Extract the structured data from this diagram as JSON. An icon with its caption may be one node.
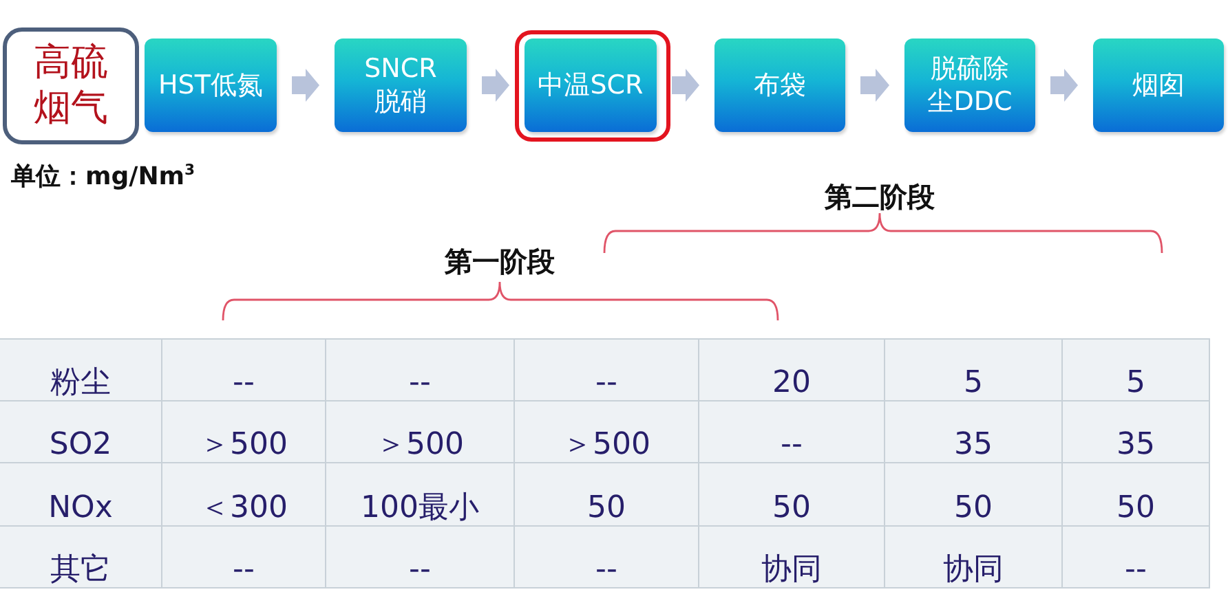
{
  "diagram": {
    "nodes": [
      {
        "text": [
          "高硫烟气"
        ]
      },
      {
        "text": [
          "HST低氮"
        ]
      },
      {
        "text": [
          "SNCR脱硝"
        ]
      },
      {
        "text": [],
        "shape": "box"
      },
      {
        "text": [
          "中温SCR"
        ],
        "in": 3
      },
      {
        "text": [
          "布袋"
        ]
      },
      {
        "text": [
          "脱硫除尘DDC"
        ]
      },
      {
        "text": [
          "烟囱"
        ]
      }
    ],
    "edges": [
      {
        "from": 1,
        "to": 2,
        "arrow": "to"
      },
      {
        "from": 2,
        "to": 4,
        "arrow": "to"
      },
      {
        "from": 4,
        "to": 5,
        "arrow": "to"
      },
      {
        "from": 5,
        "to": 6,
        "arrow": "to"
      },
      {
        "from": 6,
        "to": 7,
        "arrow": "to"
      }
    ],
    "labels": [
      "单位：mg/Nm$^{3}$",
      "第二阶段",
      "第一阶段",
      "粉尘",
      "--",
      "--",
      "--",
      "20",
      "5",
      "5",
      "SO2",
      "＞500",
      "＞500",
      "＞500",
      "--",
      "35",
      "35",
      "NOx",
      "＜300",
      "100最小",
      "50",
      "50",
      "50",
      "50",
      "其它",
      "--",
      "--",
      "--",
      "协同",
      "协同",
      "--"
    ]
  }
}
